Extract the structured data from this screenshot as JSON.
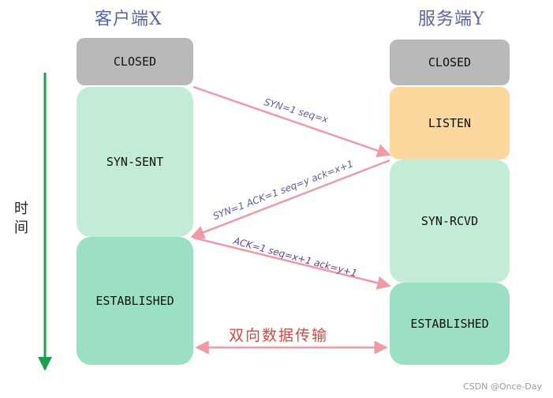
{
  "titles": {
    "client": "客户端X",
    "server": "服务端Y"
  },
  "client_states": {
    "closed": "CLOSED",
    "syn_sent": "SYN-SENT",
    "established": "ESTABLISHED"
  },
  "server_states": {
    "closed": "CLOSED",
    "listen": "LISTEN",
    "syn_rcvd": "SYN-RCVD",
    "established": "ESTABLISHED"
  },
  "time_axis": {
    "char1": "时",
    "char2": "间"
  },
  "messages": {
    "syn": "SYN=1  seq=x",
    "syn_ack": "SYN=1  ACK=1  seq=y  ack=x+1",
    "ack": "ACK=1  seq=x+1  ack=y+1"
  },
  "data_transfer_label": "双向数据传输",
  "watermark": "CSDN @Once-Day",
  "colors": {
    "title": "#5a64a8",
    "closed": "#b9b9b9",
    "syn_state": "#c3ecd7",
    "established": "#9be0c2",
    "listen": "#fcd79e",
    "message_arrow": "#ef9aa6",
    "time_arrow": "#1aa04a",
    "data_transfer": "#e0453e"
  }
}
